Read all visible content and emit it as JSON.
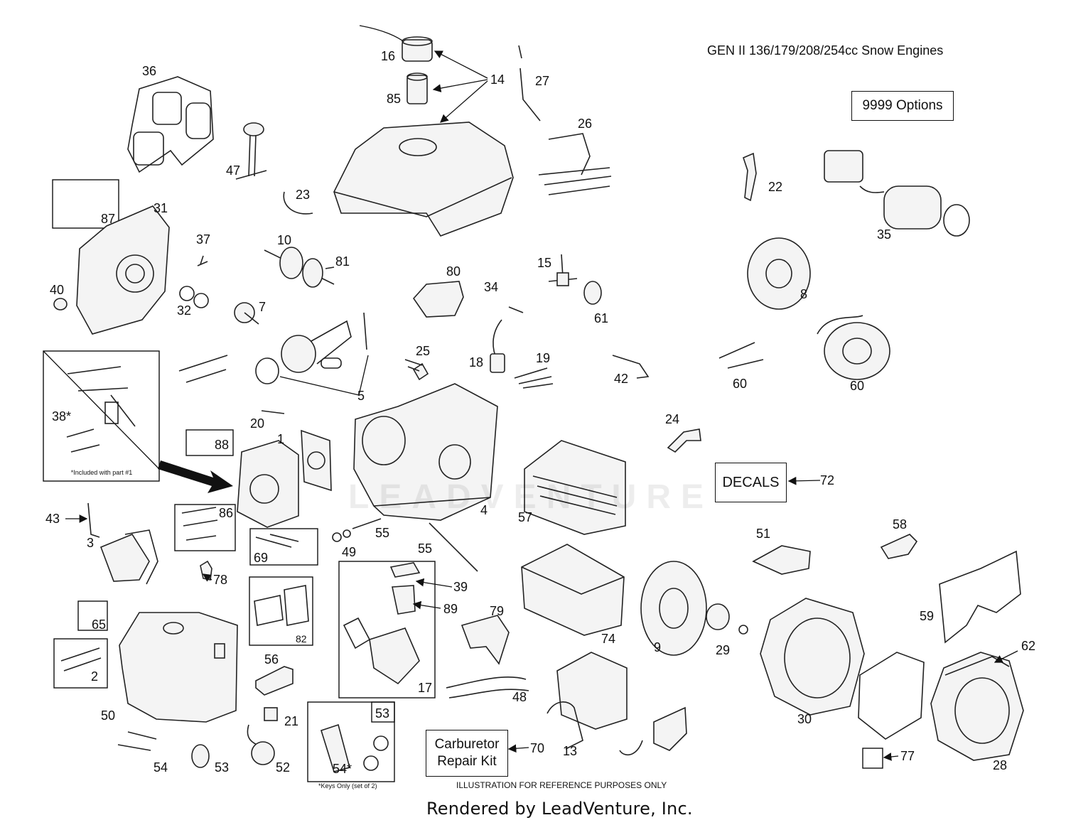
{
  "header": {
    "title": "GEN II 136/179/208/254cc Snow Engines",
    "options_label": "9999  Options",
    "decals_label": "DECALS",
    "carb_kit_line1": "Carburetor",
    "carb_kit_line2": "Repair Kit"
  },
  "notes": {
    "included": "*Included with part #1",
    "keys": "*Keys Only (set of 2)",
    "reference": "ILLUSTRATION FOR REFERENCE PURPOSES ONLY"
  },
  "footer": {
    "credit": "Rendered by LeadVenture, Inc."
  },
  "watermark": {
    "text": "LEADVENTURE"
  },
  "callouts": {
    "n1": "1",
    "n2": "2",
    "n3": "3",
    "n4": "4",
    "n5": "5",
    "n7": "7",
    "n8": "8",
    "n9": "9",
    "n10": "10",
    "n13": "13",
    "n14": "14",
    "n15": "15",
    "n16": "16",
    "n17": "17",
    "n18": "18",
    "n19": "19",
    "n20": "20",
    "n21": "21",
    "n22": "22",
    "n23": "23",
    "n24": "24",
    "n25": "25",
    "n26": "26",
    "n27": "27",
    "n28": "28",
    "n29": "29",
    "n30": "30",
    "n31": "31",
    "n32": "32",
    "n34": "34",
    "n35": "35",
    "n36": "36",
    "n37": "37",
    "n38": "38*",
    "n39": "39",
    "n40": "40",
    "n42": "42",
    "n43": "43",
    "n47": "47",
    "n48": "48",
    "n49": "49",
    "n50": "50",
    "n51": "51",
    "n52": "52",
    "n53a": "53",
    "n53b": "53",
    "n54a": "54",
    "n54b": "54*",
    "n55a": "55",
    "n55b": "55",
    "n56": "56",
    "n57": "57",
    "n58": "58",
    "n59": "59",
    "n60a": "60",
    "n60b": "60",
    "n61": "61",
    "n62": "62",
    "n65": "65",
    "n69": "69",
    "n70": "70",
    "n72": "72",
    "n74": "74",
    "n77": "77",
    "n78": "78",
    "n79": "79",
    "n80": "80",
    "n81": "81",
    "n82": "82",
    "n85": "85",
    "n86": "86",
    "n87": "87",
    "n88": "88",
    "n89": "89"
  }
}
